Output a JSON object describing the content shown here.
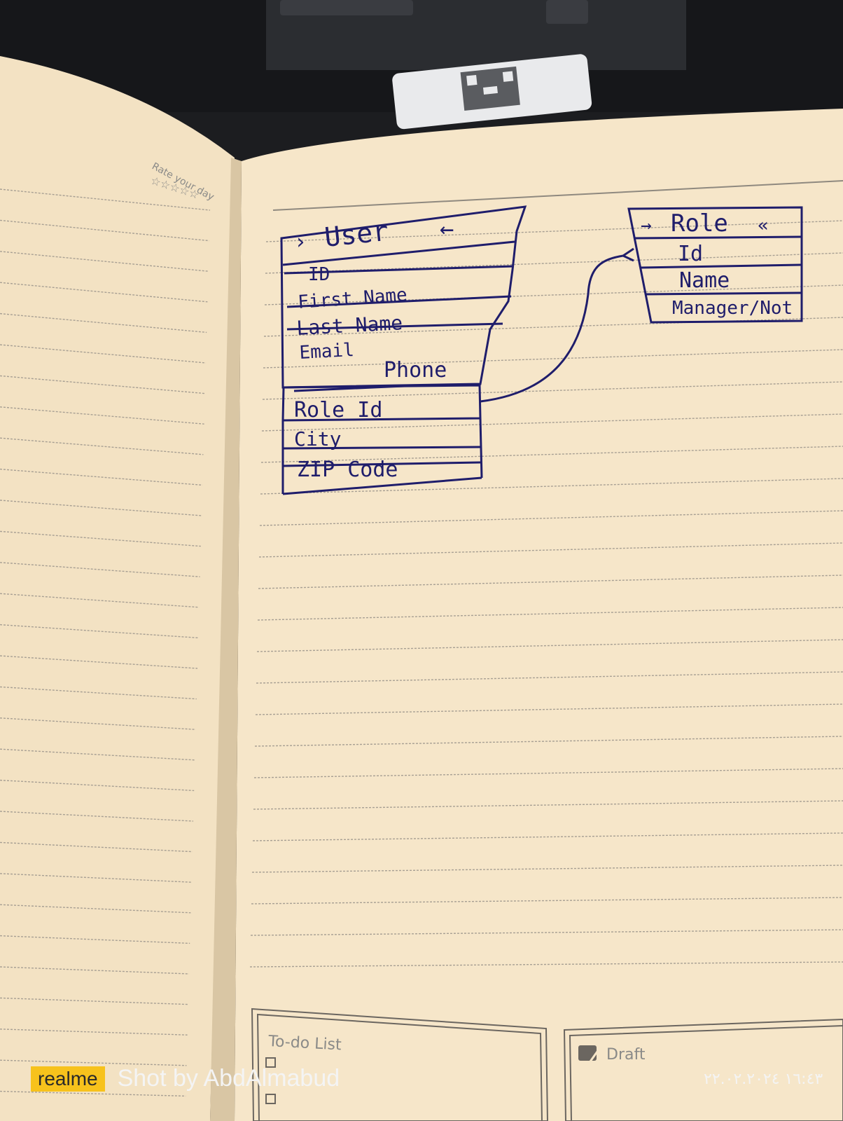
{
  "left_page": {
    "rate_label": "Rate your day",
    "stars": "☆☆☆☆☆"
  },
  "user_table": {
    "header": "User",
    "fields": [
      "ID",
      "First Name",
      "Last Name",
      "Email",
      "Phone"
    ],
    "extra_fields": [
      "Role Id",
      "City",
      "ZIP Code"
    ]
  },
  "role_table": {
    "header": "Role",
    "fields": [
      "Id",
      "Name",
      "Manager/Not"
    ]
  },
  "footer": {
    "todo_label": "To-do List",
    "draft_label": "Draft"
  },
  "camera": {
    "brand": "realme",
    "shot_by": "Shot by AbdAlmabud",
    "date": "١٦:٤٣ ٢٢.٠٢.٢٠٢٤"
  }
}
